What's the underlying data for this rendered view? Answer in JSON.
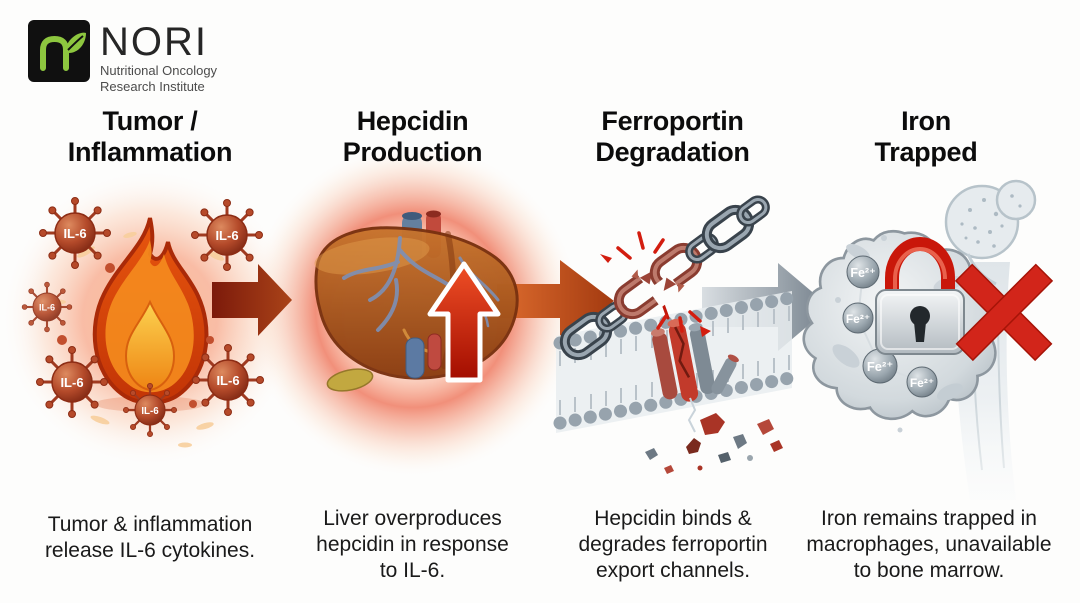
{
  "logo": {
    "acronym": "NORI",
    "org_line1": "Nutritional Oncology",
    "org_line2": "Research Institute"
  },
  "panels": [
    {
      "id": "tumor-inflammation",
      "title_lines": [
        "Tumor /",
        "Inflammation"
      ],
      "caption_lines": [
        "Tumor & inflammation",
        "release IL-6 cytokines."
      ],
      "labels": {
        "cytokine": "IL-6"
      },
      "icons": [
        "flame-icon",
        "il6-cytokine-icon"
      ]
    },
    {
      "id": "hepcidin-production",
      "title_lines": [
        "Hepcidin",
        "Production"
      ],
      "caption_lines": [
        "Liver overproduces",
        "hepcidin in response",
        "to IL-6."
      ],
      "icons": [
        "liver-icon",
        "increase-arrow-icon"
      ]
    },
    {
      "id": "ferroportin-degradation",
      "title_lines": [
        "Ferroportin",
        "Degradation"
      ],
      "caption_lines": [
        "Hepcidin binds &",
        "degrades ferroportin",
        "export channels."
      ],
      "icons": [
        "broken-chain-icon",
        "cell-membrane-icon",
        "channel-protein-icon"
      ]
    },
    {
      "id": "iron-trapped",
      "title_lines": [
        "Iron",
        "Trapped"
      ],
      "caption_lines": [
        "Iron remains trapped in",
        "macrophages, unavailable",
        "to bone marrow."
      ],
      "labels": {
        "iron_ion": "Fe²⁺"
      },
      "icons": [
        "macrophage-icon",
        "padlock-icon",
        "red-cross-icon",
        "bone-icon"
      ]
    }
  ],
  "flow_arrows": [
    {
      "from": "tumor-inflammation",
      "to": "hepcidin-production",
      "color": "#8a2310"
    },
    {
      "from": "hepcidin-production",
      "to": "ferroportin-degradation",
      "color": "#c6511e"
    },
    {
      "from": "ferroportin-degradation",
      "to": "iron-trapped",
      "color": "#8a96a0"
    }
  ],
  "colors": {
    "background": "#fdfdfc",
    "title_text": "#0c0c0c",
    "caption_text": "#1a1a1a",
    "logo_green": "#8dc63f",
    "logo_black": "#101010",
    "flame_orange": "#f0841c",
    "glow_red": "#e84c28",
    "cytokine_red": "#a8401f",
    "liver_brown": "#a85a1e",
    "chain_gray": "#49545e",
    "lock_red": "#c9170a",
    "cross_red": "#d2251a",
    "iron_gray": "#8c98a1"
  }
}
